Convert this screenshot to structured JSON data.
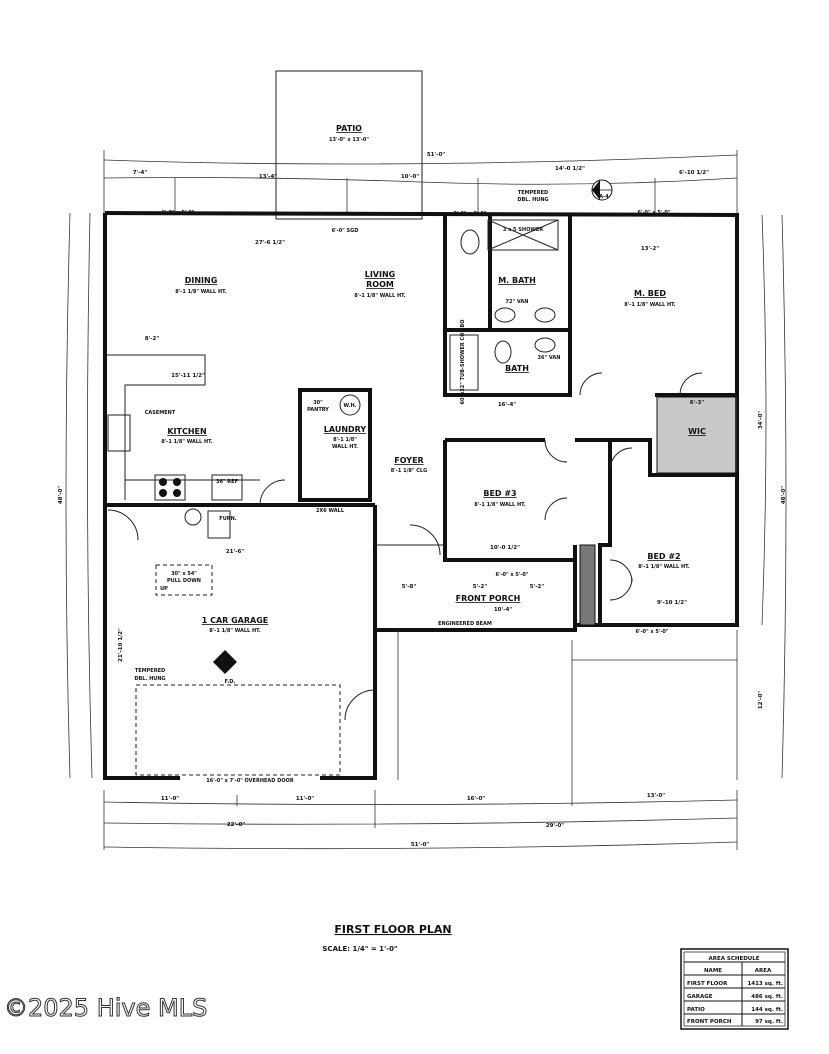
{
  "plan": {
    "title": "FIRST FLOOR PLAN",
    "scale": "SCALE: 1/4\" = 1'-0\"",
    "rooms": {
      "patio": {
        "name": "PATIO",
        "size": "13'-0\" x 13'-0\""
      },
      "dining": {
        "name": "DINING",
        "note": "8'-1 1/8\" WALL HT."
      },
      "living": {
        "name": "LIVING",
        "name2": "ROOM",
        "note": "8'-1 1/8\" WALL HT."
      },
      "kitchen": {
        "name": "KITCHEN",
        "note": "8'-1 1/8\" WALL HT."
      },
      "laundry": {
        "name": "LAUNDRY",
        "note": "8'-1 1/8\"",
        "note2": "WALL HT."
      },
      "pantry": {
        "name": "PANTRY",
        "size": "30\""
      },
      "foyer": {
        "name": "FOYER",
        "note": "8'-1 1/8\" CLG"
      },
      "mbath": {
        "name": "M. BATH"
      },
      "bath": {
        "name": "BATH"
      },
      "mbed": {
        "name": "M. BED",
        "note": "8'-1 1/8\" WALL HT."
      },
      "wic": {
        "name": "WIC"
      },
      "bed3": {
        "name": "BED #3",
        "note": "8'-1 1/8\" WALL HT."
      },
      "bed2": {
        "name": "BED #2",
        "note": "8'-1 1/8\" WALL HT."
      },
      "porch": {
        "name": "FRONT PORCH",
        "size": "10'-4\""
      },
      "garage": {
        "name": "1 CAR GARAGE",
        "note": "8'-1 1/8\" WALL HT."
      }
    },
    "notes": {
      "tempered_top": "TEMPERED",
      "tempered_top2": "DBL. HUNG",
      "tempered_garage": "TEMPERED",
      "tempered_garage2": "DBL. HUNG",
      "casement": "CASEMENT",
      "sgd": "6'-0\" SGD",
      "window_left": "6'-0\" x 5'-0\"",
      "window_right": "6'-0\" x 5'-0\"",
      "window_bath": "2'-6\" x 3'-0\"",
      "window_porch": "6'-0\" x 5'-0\"",
      "window_bed2": "6'-0\" x 5'-0\"",
      "shower": "3 x 5 SHOWER",
      "van": "72\" VAN",
      "van36": "36\" VAN",
      "tub": "60\"x32\" TUB-SHOWER COMBO",
      "ref": "36\" REF",
      "wh": "W.H.",
      "furn": "FURN.",
      "pulldown": "30\" x 54\"",
      "pulldown2": "PULL DOWN",
      "up": "UP",
      "fd": "F.D.",
      "overhead": "16'-0\" x 7'-0\" OVERHEAD DOOR",
      "beam": "ENGINEERED BEAM",
      "wall2x6": "2X6 WALL",
      "section": "A-4"
    },
    "dimensions": {
      "top_overall": "51'-0\"",
      "top_a": "7'-4\"",
      "top_b": "13'-4\"",
      "top_c": "10'-0\"",
      "top_d": "14'-0 1/2\"",
      "top_e": "6'-10 1/2\"",
      "living_w": "27'-6 1/2\"",
      "dining_kitchen": "8'-2\"",
      "counter": "15'-11 1/2\"",
      "hall": "16'-4\"",
      "mbed_w": "13'-2\"",
      "wic_w": "6'-3\"",
      "bed3_w": "10'-0 1/2\"",
      "bed2_w": "9'-10 1/2\"",
      "garage_w": "21'-6\"",
      "garage_h": "21'-10 1/2\"",
      "bot_a": "11'-0\"",
      "bot_b": "11'-0\"",
      "bot_c": "16'-0\"",
      "bot_d": "13'-0\"",
      "bot_e": "22'-0\"",
      "bot_f": "29'-0\"",
      "bot_overall": "51'-0\"",
      "right_overall": "48'-0\"",
      "right_a": "34'-0\"",
      "right_b": "12'-0\"",
      "left_overall": "48'-0\"",
      "porch_a": "5'-8\"",
      "porch_b": "5'-2\"",
      "porch_c": "5'-2\""
    }
  },
  "area_schedule": {
    "title": "AREA SCHEDULE",
    "headers": [
      "NAME",
      "AREA"
    ],
    "rows": [
      {
        "name": "FIRST FLOOR",
        "area": "1413 sq. ft."
      },
      {
        "name": "GARAGE",
        "area": "486 sq. ft."
      },
      {
        "name": "PATIO",
        "area": "144 sq. ft."
      },
      {
        "name": "FRONT PORCH",
        "area": "97 sq. ft."
      }
    ]
  },
  "watermark": "©2025 Hive MLS"
}
